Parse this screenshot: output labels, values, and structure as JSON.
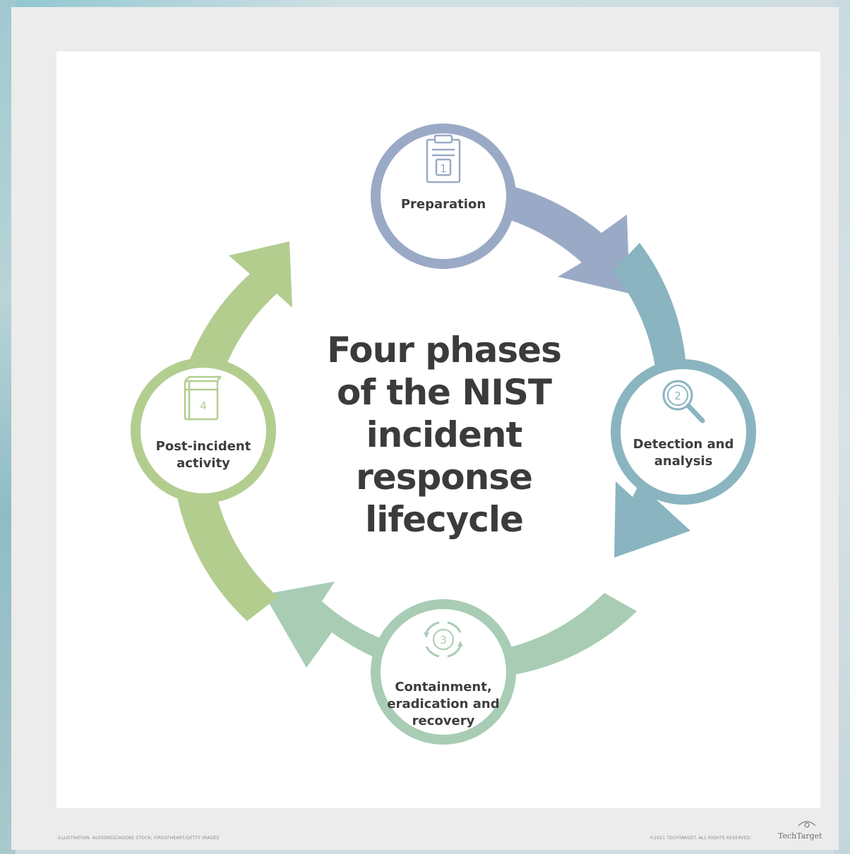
{
  "diagram": {
    "title": "Four phases of the NIST incident response lifecycle",
    "title_lines": [
      "Four phases",
      "of the NIST",
      "incident",
      "response",
      "lifecycle"
    ],
    "phases": [
      {
        "number": "1",
        "label": "Preparation",
        "icon": "clipboard-icon",
        "color": "#9aaac6"
      },
      {
        "number": "2",
        "label": "Detection and analysis",
        "icon": "magnifier-icon",
        "color": "#8ab4c0"
      },
      {
        "number": "3",
        "label": "Containment, eradication and recovery",
        "icon": "cycle-arrows-icon",
        "color": "#a8ccb4"
      },
      {
        "number": "4",
        "label": "Post-incident activity",
        "icon": "book-icon",
        "color": "#b3cd8f"
      }
    ]
  },
  "footer": {
    "credit": "ILLUSTRATION: ALEXDNDZ/ADOBE STOCK; FIREOFHEART/GETTY IMAGES",
    "copyright": "©2021 TECHTARGET. ALL RIGHTS RESERVED.",
    "brand": "TechTarget"
  }
}
